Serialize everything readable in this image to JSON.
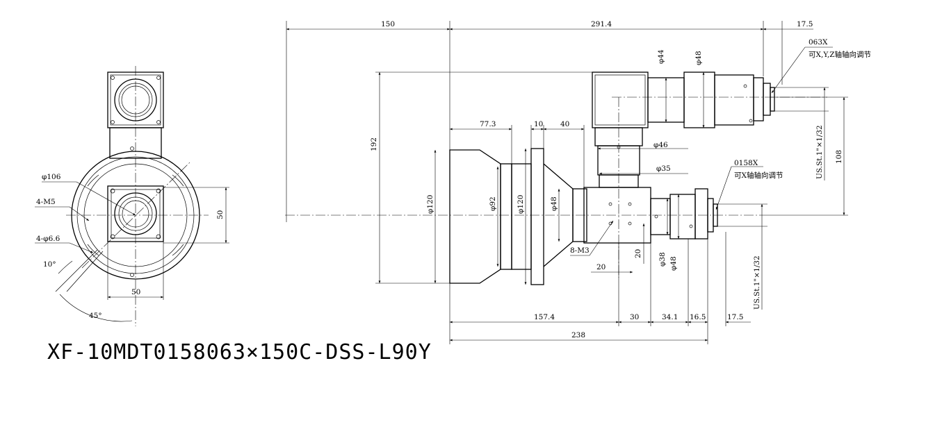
{
  "part_number": "XF-10MDT0158063×150C-DSS-L90Y",
  "front_view": {
    "dia_106": "φ106",
    "m5": "4-M5",
    "hole_66": "4-φ6.6",
    "dim_50_v": "50",
    "dim_50_h": "50",
    "angle_10": "10°",
    "angle_45": "45°"
  },
  "side_view": {
    "top": {
      "d150": "150",
      "d2914": "291.4",
      "d175": "17.5"
    },
    "lens_063": {
      "code": "063X",
      "note": "可X,Y,Z轴轴向调节"
    },
    "lens_0158": {
      "code": "0158X",
      "note": "可X轴轴向调节"
    },
    "d192": "192",
    "d773": "77.3",
    "d10": "10",
    "d40": "40",
    "dia44": "φ44",
    "dia48_top": "φ48",
    "dia46": "φ46",
    "dia35": "φ35",
    "dia120_a": "φ120",
    "dia92": "φ92",
    "dia120_b": "φ120",
    "dia48_mid": "φ48",
    "m3": "8-M3",
    "d20_h": "20",
    "d20_v": "20",
    "dia38": "φ38",
    "dia48_low": "φ48",
    "thread_top": "US.St.1\"×1/32",
    "thread_low": "US.St.1\"×1/32",
    "d108": "108",
    "bottom": {
      "d1574": "157.4",
      "d30": "30",
      "d341": "34.1",
      "d165": "16.5",
      "d175b": "17.5",
      "d238": "238"
    }
  }
}
